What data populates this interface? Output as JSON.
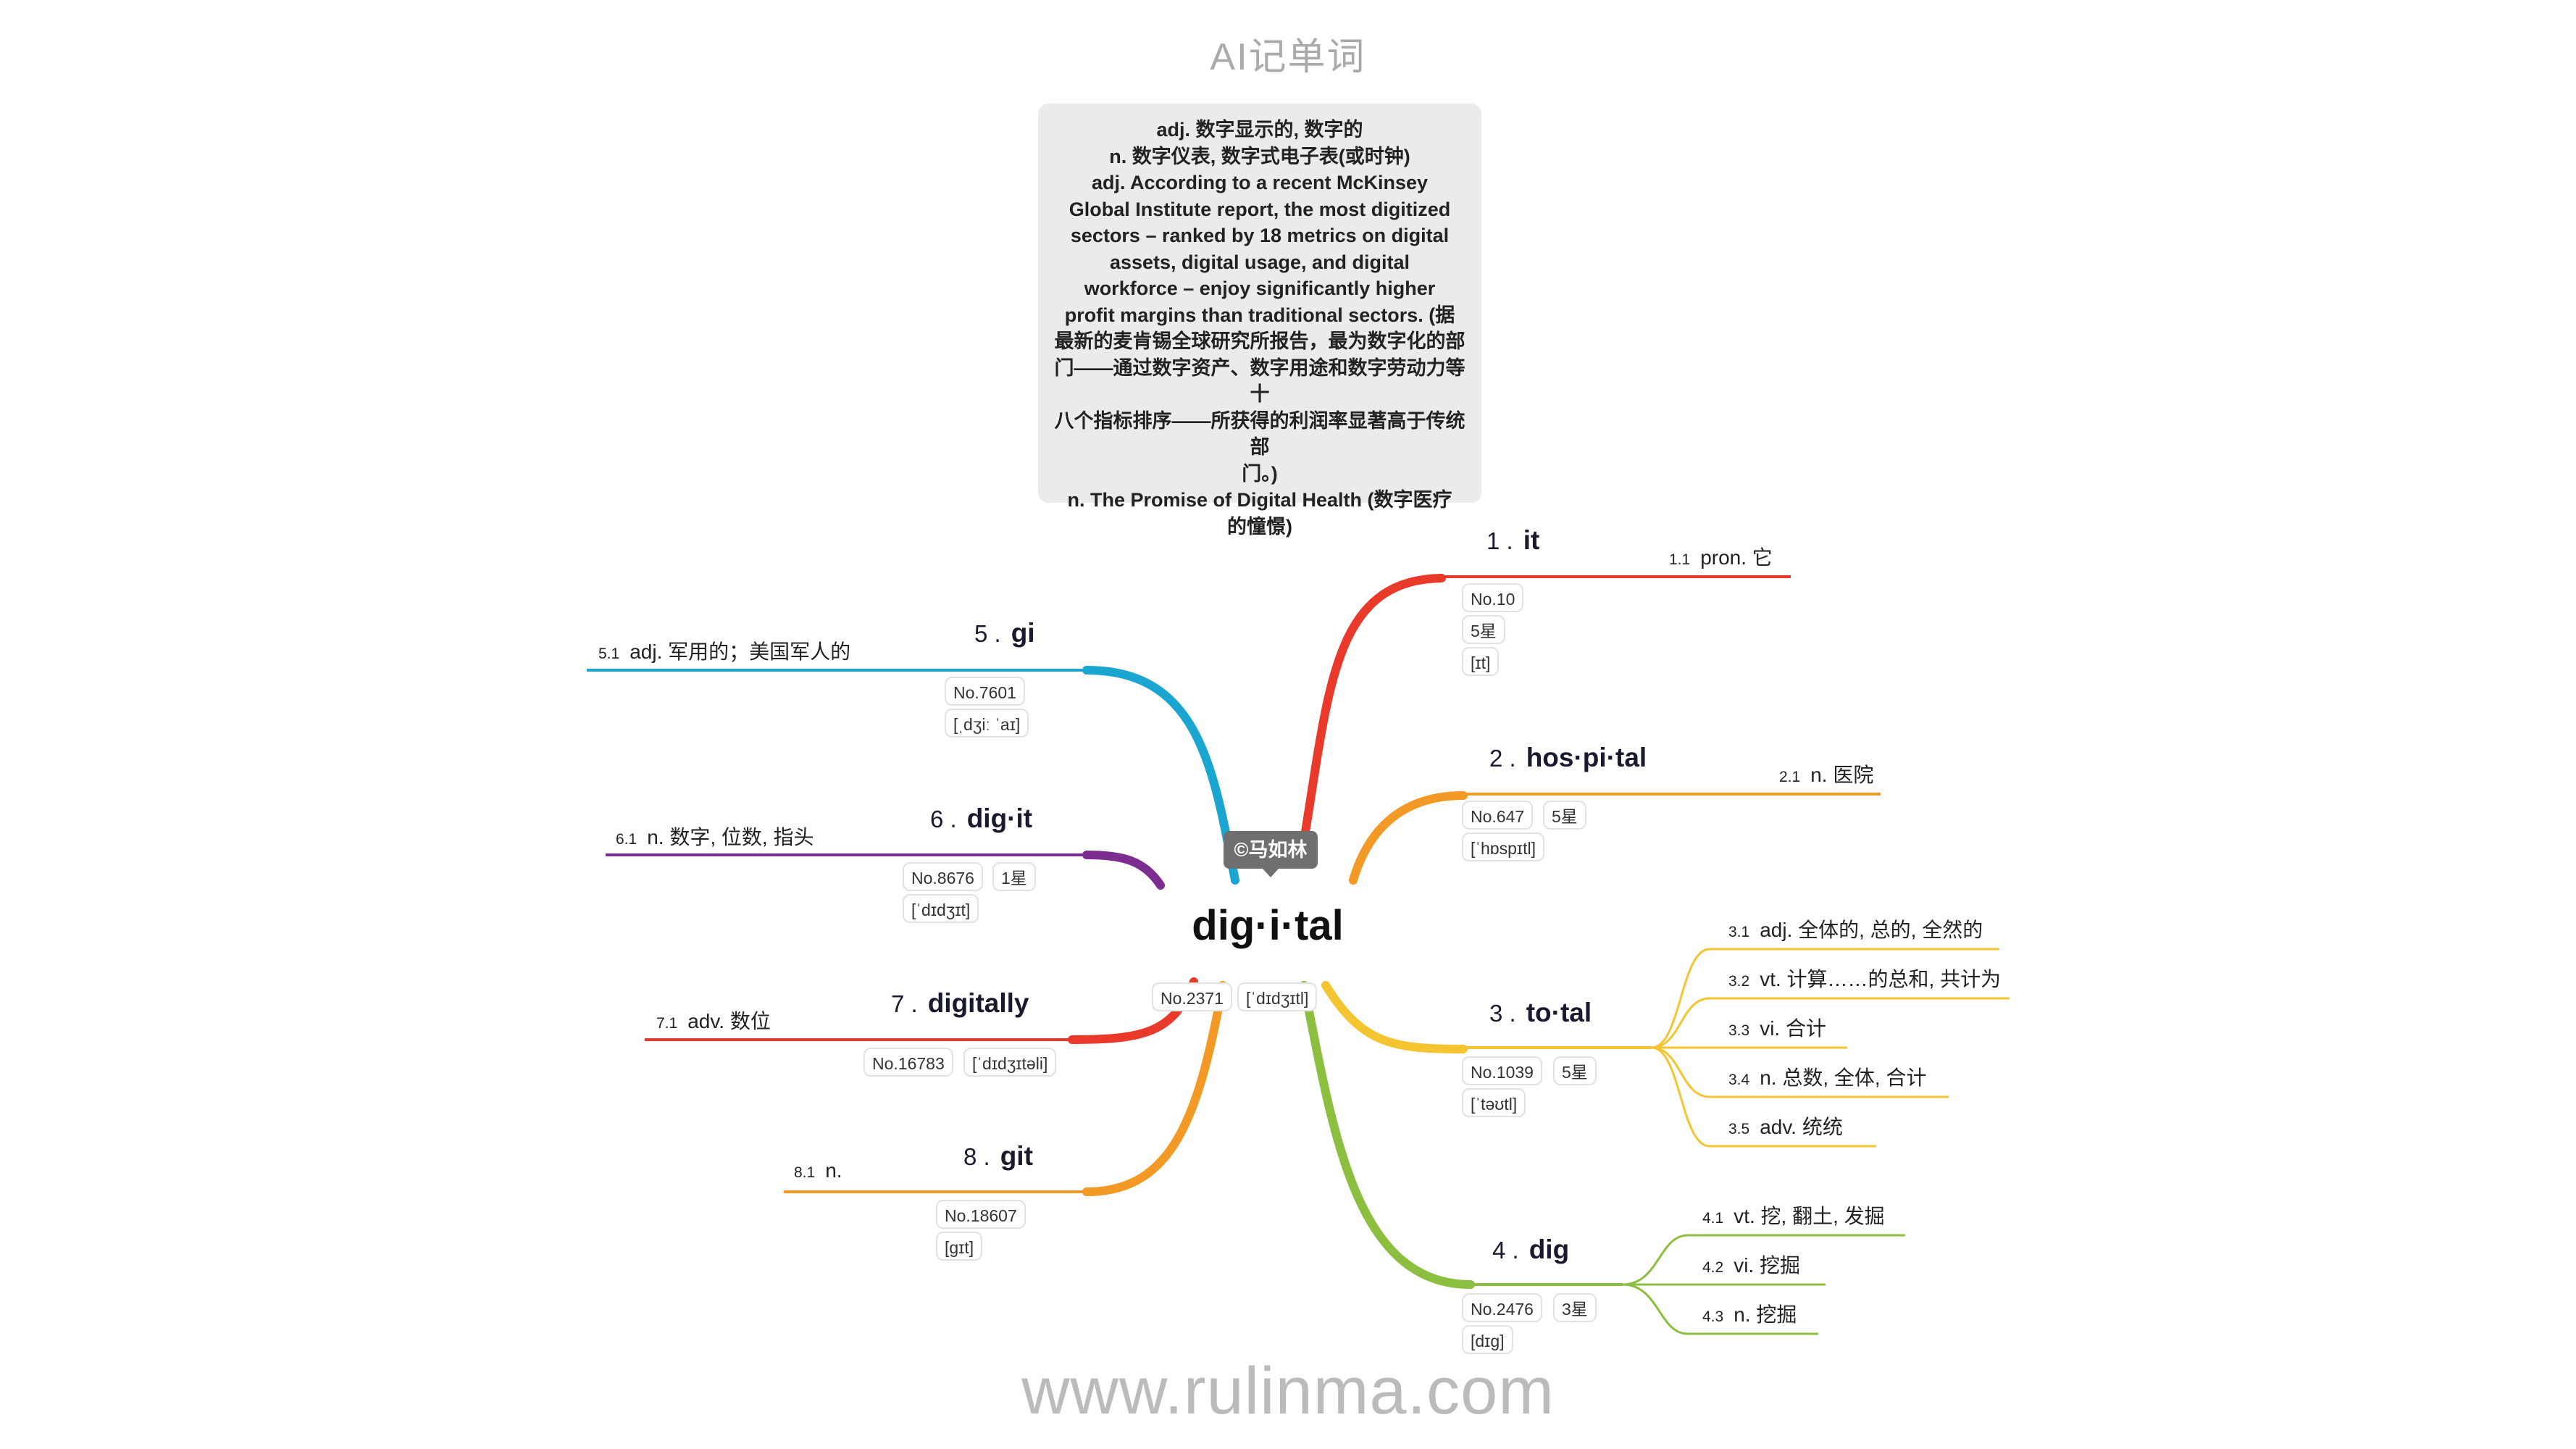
{
  "app_title": "AI记单词",
  "definition_box": {
    "lines": [
      "adj. 数字显示的, 数字的",
      "n. 数字仪表, 数字式电子表(或时钟)",
      "adj. According to a recent McKinsey",
      "Global Institute report, the most digitized",
      "sectors – ranked by 18 metrics on digital",
      "assets, digital usage, and digital",
      "workforce – enjoy significantly higher",
      "profit margins than traditional sectors. (据",
      "最新的麦肯锡全球研究所报告，最为数字化的部",
      "门——通过数字资产、数字用途和数字劳动力等十",
      "八个指标排序——所获得的利润率显著高于传统部",
      "门。)",
      "n. The Promise of Digital Health (数字医疗",
      "的憧憬)"
    ]
  },
  "center": {
    "word": "dig·i·tal",
    "no": "No.2371",
    "phonetic": "[ˈdɪdʒɪtl]",
    "watermark": "©马如林"
  },
  "branches": [
    {
      "num": "1 .",
      "word": "it",
      "color": "#e8392b",
      "tags": [
        "No.10",
        "5星",
        "[ɪt]"
      ],
      "leaves": [
        {
          "num": "1.1",
          "text": "pron. 它"
        }
      ]
    },
    {
      "num": "2 .",
      "word": "hos·pi·tal",
      "color": "#f39a26",
      "tags": [
        "No.647",
        "5星",
        "[ˈhɒspɪtl]"
      ],
      "leaves": [
        {
          "num": "2.1",
          "text": "n. 医院"
        }
      ]
    },
    {
      "num": "3 .",
      "word": "to·tal",
      "color": "#f5c431",
      "tags": [
        "No.1039",
        "5星",
        "[ˈtəʊtl]"
      ],
      "leaves": [
        {
          "num": "3.1",
          "text": "adj. 全体的, 总的, 全然的"
        },
        {
          "num": "3.2",
          "text": "vt. 计算……的总和, 共计为"
        },
        {
          "num": "3.3",
          "text": "vi. 合计"
        },
        {
          "num": "3.4",
          "text": "n. 总数, 全体, 合计"
        },
        {
          "num": "3.5",
          "text": "adv. 统统"
        }
      ]
    },
    {
      "num": "4 .",
      "word": "dig",
      "color": "#8cbf3f",
      "tags": [
        "No.2476",
        "3星",
        "[dɪg]"
      ],
      "leaves": [
        {
          "num": "4.1",
          "text": "vt. 挖, 翻土, 发掘"
        },
        {
          "num": "4.2",
          "text": "vi. 挖掘"
        },
        {
          "num": "4.3",
          "text": "n. 挖掘"
        }
      ]
    },
    {
      "num": "5 .",
      "word": "gi",
      "color": "#1ba6d1",
      "tags": [
        "No.7601",
        "[ˌdʒiː ˈaɪ]"
      ],
      "leaves": [
        {
          "num": "5.1",
          "text": "adj. 军用的；美国军人的"
        }
      ]
    },
    {
      "num": "6 .",
      "word": "dig·it",
      "color": "#7b2d90",
      "tags": [
        "No.8676",
        "1星",
        "[ˈdɪdʒɪt]"
      ],
      "leaves": [
        {
          "num": "6.1",
          "text": "n. 数字, 位数, 指头"
        }
      ]
    },
    {
      "num": "7 .",
      "word": "digitally",
      "color": "#e8392b",
      "tags": [
        "No.16783",
        "[ˈdɪdʒɪtəli]"
      ],
      "leaves": [
        {
          "num": "7.1",
          "text": "adv. 数位"
        }
      ]
    },
    {
      "num": "8 .",
      "word": "git",
      "color": "#f39a26",
      "tags": [
        "No.18607",
        "[gɪt]"
      ],
      "leaves": [
        {
          "num": "8.1",
          "text": "n."
        }
      ]
    }
  ],
  "footer_url": "www.rulinma.com"
}
